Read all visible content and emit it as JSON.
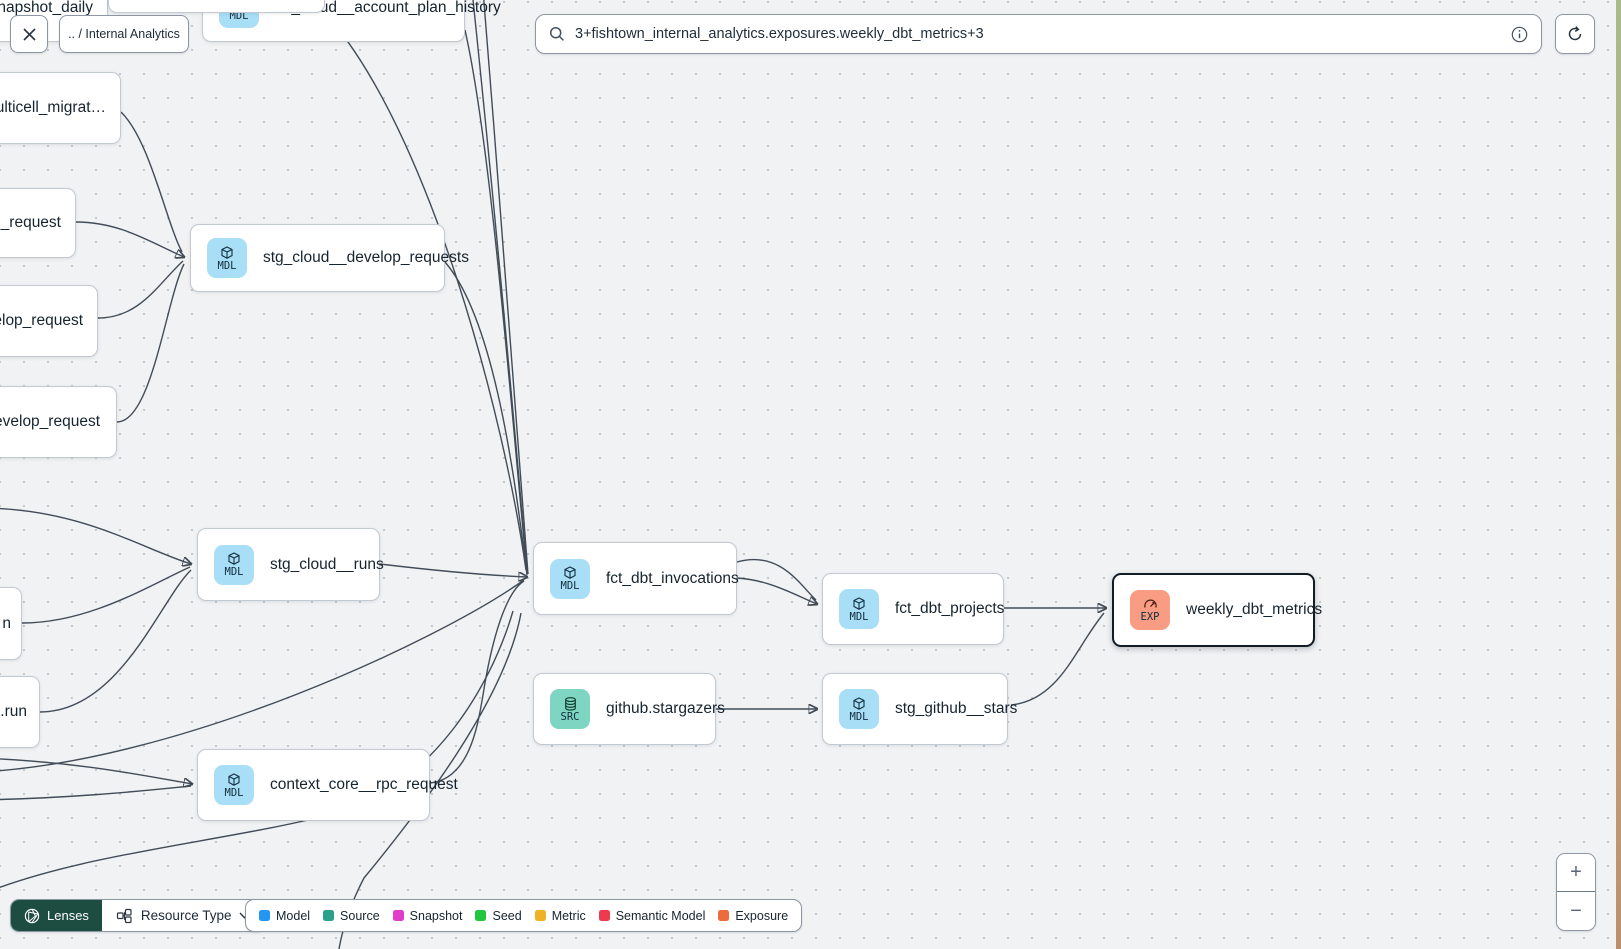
{
  "header": {
    "breadcrumb": ".. / Internal Analytics"
  },
  "search": {
    "value": "3+fishtown_internal_analytics.exposures.weekly_dbt_metrics+3"
  },
  "nodes": [
    {
      "label": "snapshot_daily",
      "badge": ""
    },
    {
      "label": "int_cloud__account_plan_history",
      "badge": "MDL"
    },
    {
      "label": "multicell_migrat…",
      "badge": ""
    },
    {
      "label": "p_request",
      "badge": ""
    },
    {
      "label": "velop_request",
      "badge": ""
    },
    {
      "label": ".develop_request",
      "badge": ""
    },
    {
      "label": "stg_cloud__develop_requests",
      "badge": "MDL"
    },
    {
      "label": "stg_cloud__runs",
      "badge": "MDL"
    },
    {
      "label": "n",
      "badge": ""
    },
    {
      "label": ".run",
      "badge": ""
    },
    {
      "label": "fct_dbt_invocations",
      "badge": "MDL"
    },
    {
      "label": "fct_dbt_projects",
      "badge": "MDL"
    },
    {
      "label": "weekly_dbt_metrics",
      "badge": "EXP",
      "selected": true
    },
    {
      "label": "github.stargazers",
      "badge": "SRC"
    },
    {
      "label": "stg_github__stars",
      "badge": "MDL"
    },
    {
      "label": "context_core__rpc_request",
      "badge": "MDL"
    }
  ],
  "toolbar": {
    "lenses_label": "Lenses",
    "resource_type_label": "Resource Type"
  },
  "legend": {
    "items": [
      {
        "label": "Model",
        "color": "#2196f3"
      },
      {
        "label": "Source",
        "color": "#2aa188"
      },
      {
        "label": "Snapshot",
        "color": "#e23ccb"
      },
      {
        "label": "Seed",
        "color": "#22c53e"
      },
      {
        "label": "Metric",
        "color": "#edb226"
      },
      {
        "label": "Semantic Model",
        "color": "#ee3a4f"
      },
      {
        "label": "Exposure",
        "color": "#ed6c3c"
      }
    ]
  },
  "zoom_controls": {
    "zoom_in": "+",
    "zoom_out": "−"
  }
}
